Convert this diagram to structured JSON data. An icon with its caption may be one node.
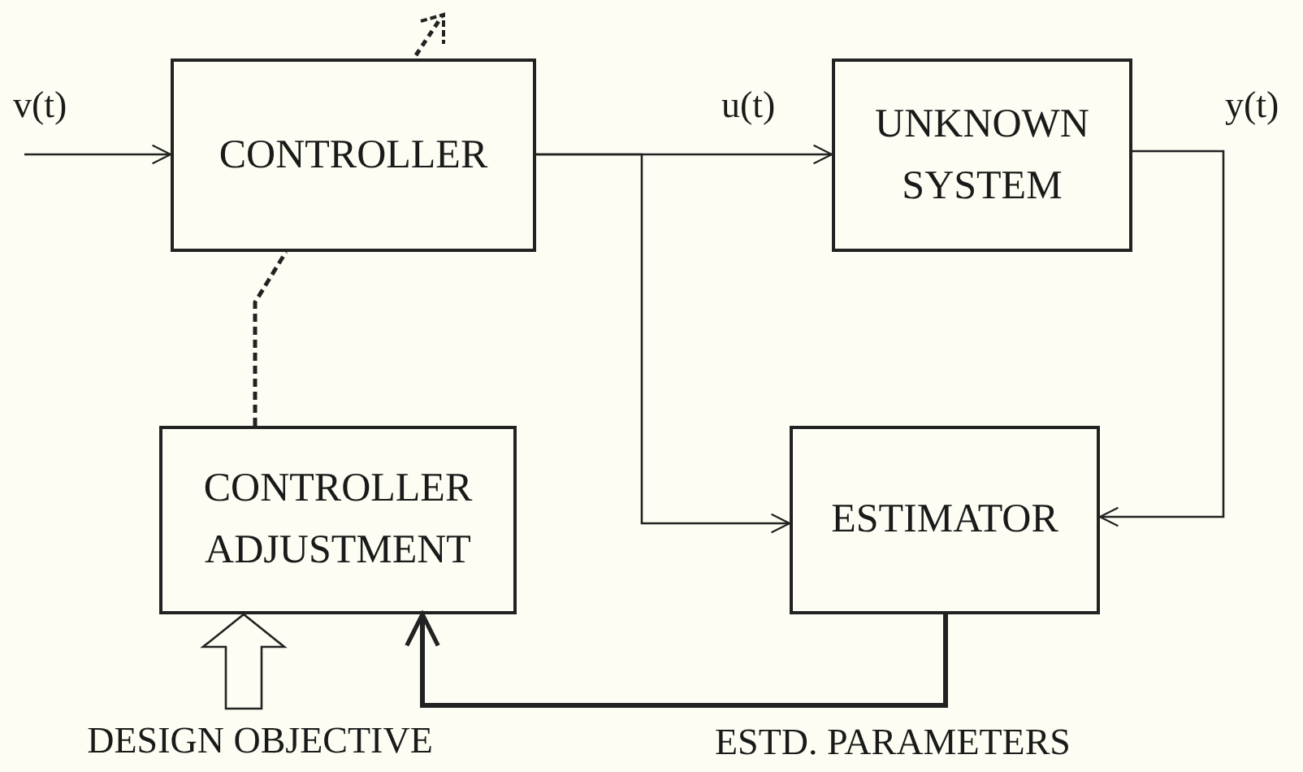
{
  "diagram": {
    "nodes": [
      {
        "text": [
          "CONTROLLER"
        ]
      },
      {
        "text": [
          "UNKNOWN SYSTEM"
        ]
      },
      {
        "text": [
          "CONTROLLER ADJUSTMENT"
        ]
      },
      {
        "text": [
          "ESTIMATOR"
        ]
      },
      {
        "text": [
          "DESIGN OBJECTIVE"
        ]
      }
    ],
    "edges": [
      {
        "from": null,
        "to": 0,
        "arrow": "to",
        "label": "v(t)"
      },
      {
        "from": 0,
        "to": 1,
        "arrow": "to",
        "label": "u(t)"
      },
      {
        "from": 0,
        "to": 3,
        "arrow": "to"
      },
      {
        "from": 1,
        "to": 3,
        "arrow": "to",
        "label": "y(t)"
      },
      {
        "from": 3,
        "to": 2,
        "arrow": "to",
        "style": "thick",
        "label": "ESTD. PARAMETERS"
      },
      {
        "from": 2,
        "to": 0,
        "arrow": "none",
        "style": "dashed"
      },
      {
        "from": 4,
        "to": 2,
        "arrow": "to"
      }
    ]
  }
}
